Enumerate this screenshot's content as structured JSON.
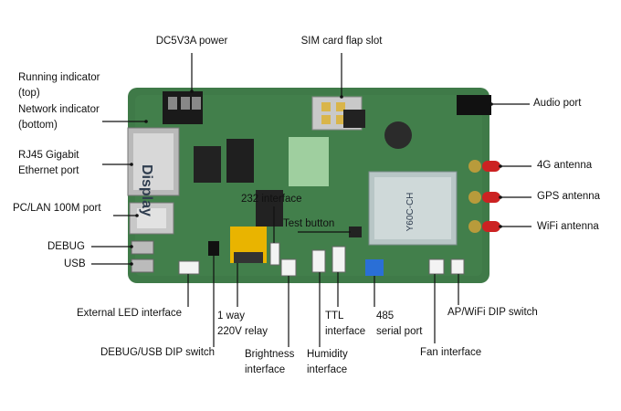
{
  "labels": {
    "dc_power": "DC5V3A power",
    "sim_slot": "SIM card flap slot",
    "running_indicator": "Running indicator",
    "running_top": "(top)",
    "network_indicator": "Network indicator",
    "network_bottom": "(bottom)",
    "rj45_line1": "RJ45 Gigabit",
    "rj45_line2": "Ethernet port",
    "pc_lan": "PC/LAN 100M port",
    "debug": "DEBUG",
    "usb": "USB",
    "audio_port": "Audio port",
    "antenna_4g": "4G antenna",
    "antenna_gps": "GPS antenna",
    "antenna_wifi": "WiFi antenna",
    "rs232": "232 interface",
    "test_button": "Test button",
    "external_led": "External LED interface",
    "relay_line1": "1 way",
    "relay_line2": "220V relay",
    "debug_usb_dip": "DEBUG/USB DIP switch",
    "brightness_line1": "Brightness",
    "brightness_line2": "interface",
    "humidity_line1": "Humidity",
    "humidity_line2": "interface",
    "ttl_line1": "TTL",
    "ttl_line2": "interface",
    "rs485_line1": "485",
    "rs485_line2": "serial port",
    "fan_interface": "Fan interface",
    "ap_wifi_dip": "AP/WiFi DIP switch"
  },
  "board_text": {
    "display_label": "Display",
    "module_label": "Y60C-CH"
  },
  "colors": {
    "pcb": "#3f7a48",
    "pcb_dark": "#2f6238",
    "antenna": "#cc2222",
    "dip_blue": "#2a6fd6"
  }
}
